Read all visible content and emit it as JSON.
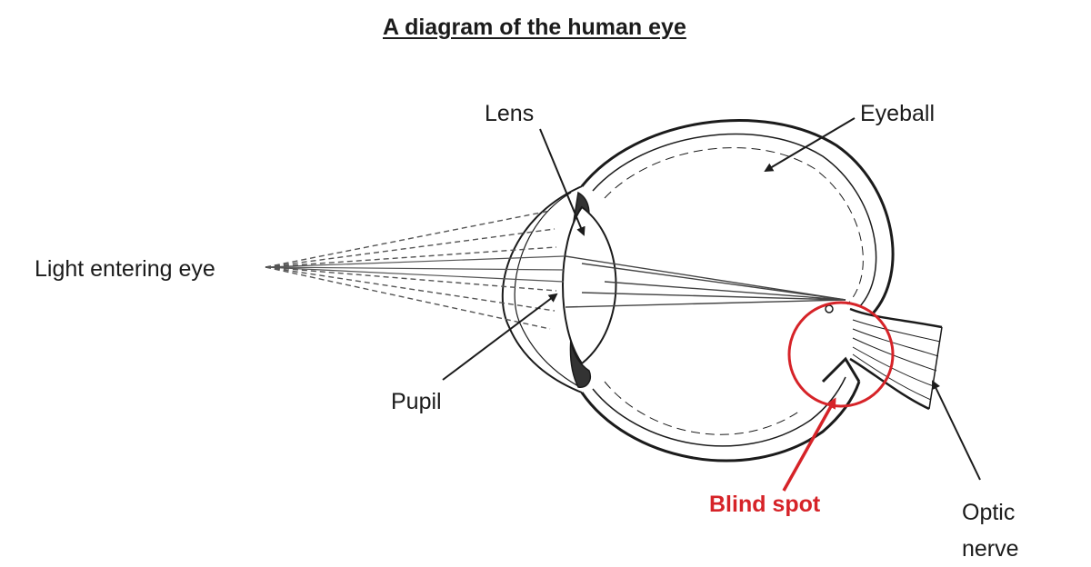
{
  "title": "A diagram of the human eye",
  "labels": {
    "lens": "Lens",
    "eyeball": "Eyeball",
    "light": "Light entering eye",
    "pupil": "Pupil",
    "blind_spot": "Blind spot",
    "optic_line1": "Optic",
    "optic_line2": "nerve"
  },
  "colors": {
    "ink": "#1b1b1b",
    "highlight": "#d62328",
    "background": "#ffffff"
  }
}
